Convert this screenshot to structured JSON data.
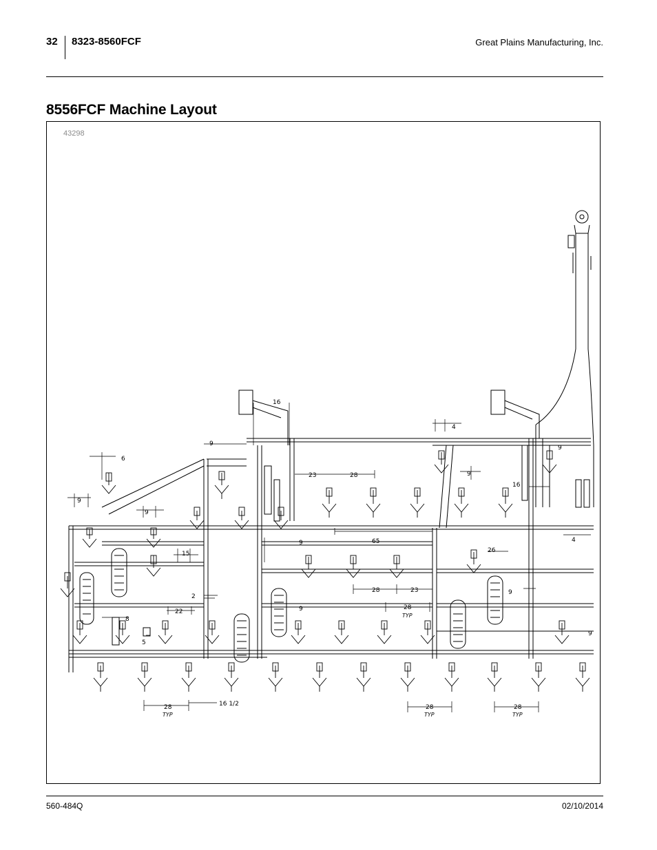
{
  "header": {
    "page_number": "32",
    "model": "8323-8560FCF",
    "company": "Great Plains Manufacturing, Inc."
  },
  "section": {
    "title": "8556FCF Machine Layout"
  },
  "figure": {
    "id": "43298",
    "dimensions": {
      "d_16_top": "16",
      "d_4q": "4",
      "d_9h_a": "9",
      "d_6h": "6",
      "d_9h_b": "9",
      "d_9h_c": "9",
      "d_23_a": "23",
      "d_28_a": "28",
      "d_9h_d": "9",
      "d_9_right": "9",
      "d_16_right": "16",
      "d_65q": "65",
      "d_9_mid": "9",
      "d_15h": "15",
      "d_26h": "26",
      "d_4h": "4",
      "d_28_b": "28",
      "d_23_b": "23",
      "d_2h": "2",
      "d_9_c": "9",
      "d_22h": "22",
      "d_9e": "9",
      "d_28_typ_mid": "28",
      "d_8h": "8",
      "d_5h": "5",
      "d_9_far": "9",
      "d_28_typ_left": "28",
      "d_16_half": "16  1/2",
      "d_28_typ_c": "28",
      "d_28_typ_r": "28",
      "typ": "TYP"
    }
  },
  "footer": {
    "doc_number": "560-484Q",
    "date": "02/10/2014"
  }
}
